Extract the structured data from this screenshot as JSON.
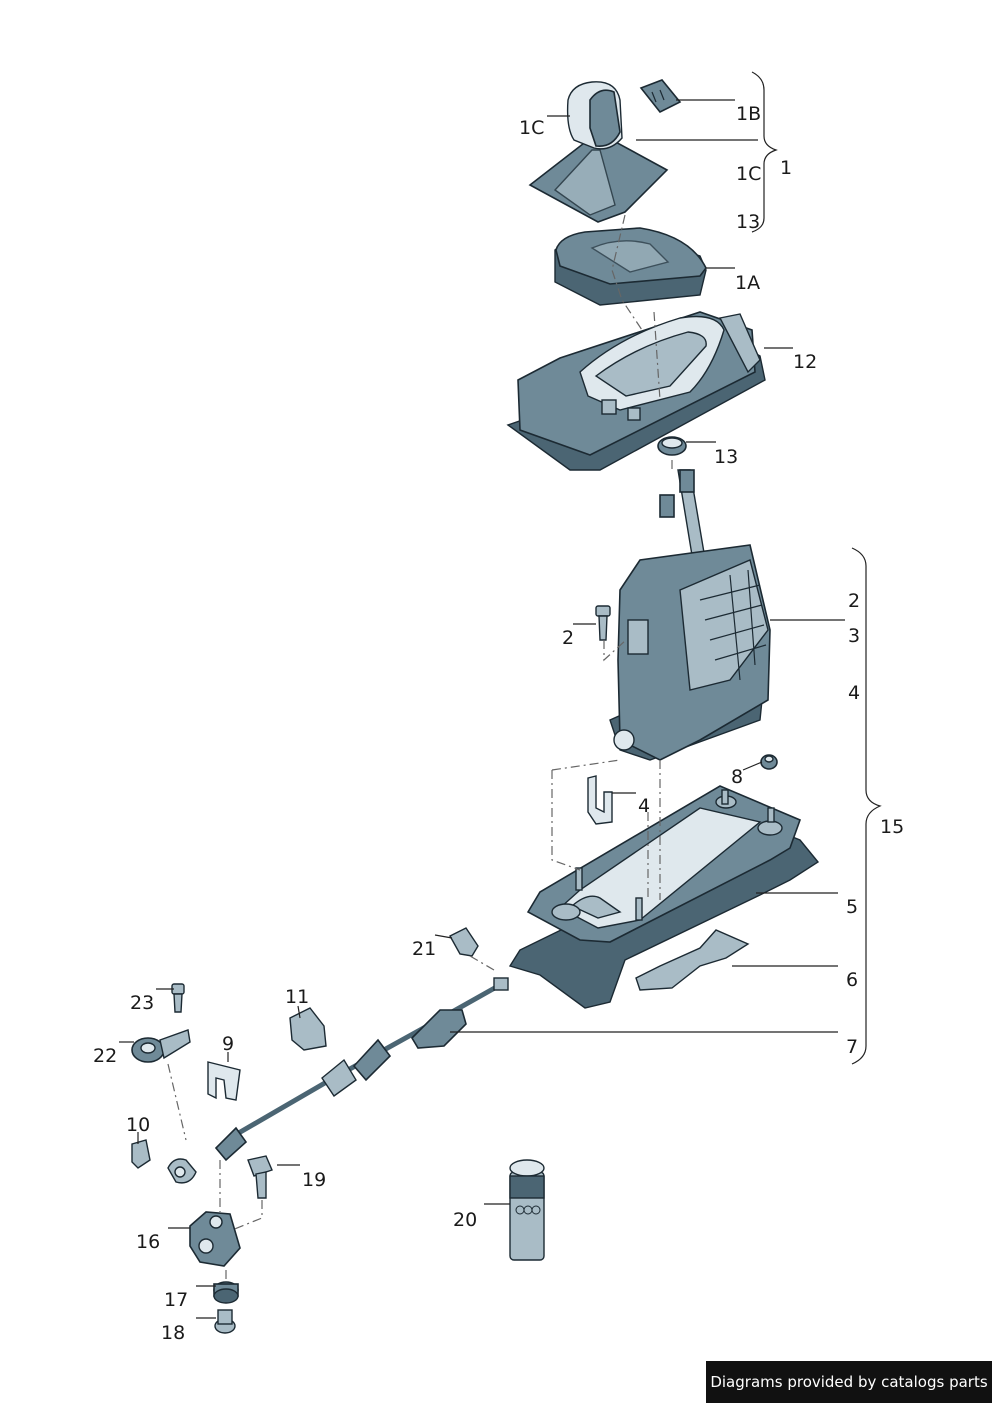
{
  "callouts": {
    "c1B": "1B",
    "c1C_top": "1C",
    "c1": "1",
    "c1C_bracket": "1C",
    "c13_bracket": "13",
    "c1A": "1A",
    "c12": "12",
    "c13": "13",
    "c2_right": "2",
    "c3": "3",
    "c4_right": "4",
    "c15": "15",
    "c2_screw": "2",
    "c8": "8",
    "c4_clip": "4",
    "c5": "5",
    "c6": "6",
    "c7": "7",
    "c21": "21",
    "c11": "11",
    "c23": "23",
    "c22": "22",
    "c9": "9",
    "c10": "10",
    "c19": "19",
    "c16": "16",
    "c17": "17",
    "c18": "18",
    "c20": "20"
  },
  "footer": {
    "text": "Diagrams provided by catalogs parts"
  }
}
